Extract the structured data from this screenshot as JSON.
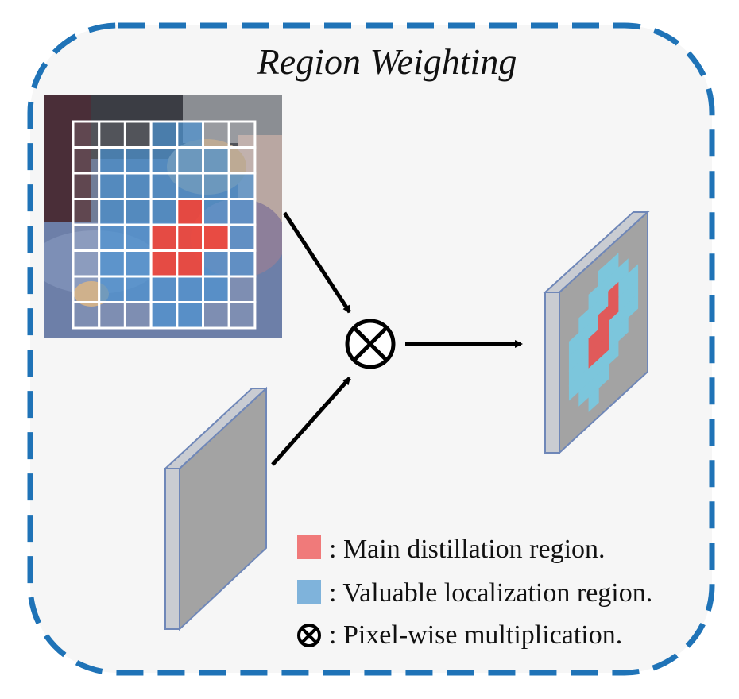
{
  "title": "Region Weighting",
  "colors": {
    "frame_border": "#1f73b7",
    "frame_fill": "#f6f6f6",
    "main_region": "#f07a7a",
    "valuable_region": "#7fb3db",
    "feature_map_face": "#a3a3a3",
    "feature_map_side": "#c9ccd2",
    "output_valuable": "#7cc6dc",
    "output_main": "#e05a5a"
  },
  "operator_symbol": "⊗",
  "legend": {
    "main": ": Main distillation region.",
    "valuable": ": Valuable localization region.",
    "multiply": ": Pixel-wise multiplication."
  },
  "input_grid": {
    "rows": 8,
    "cols": 7,
    "main_cells": [
      [
        3,
        4
      ],
      [
        4,
        3
      ],
      [
        4,
        4
      ],
      [
        4,
        5
      ],
      [
        5,
        3
      ],
      [
        5,
        4
      ]
    ],
    "valuable_cells": [
      [
        0,
        3
      ],
      [
        0,
        4
      ],
      [
        1,
        1
      ],
      [
        1,
        2
      ],
      [
        1,
        3
      ],
      [
        1,
        4
      ],
      [
        1,
        5
      ],
      [
        2,
        1
      ],
      [
        2,
        2
      ],
      [
        2,
        3
      ],
      [
        2,
        4
      ],
      [
        2,
        5
      ],
      [
        2,
        6
      ],
      [
        3,
        1
      ],
      [
        3,
        2
      ],
      [
        3,
        3
      ],
      [
        3,
        5
      ],
      [
        3,
        6
      ],
      [
        4,
        1
      ],
      [
        4,
        2
      ],
      [
        4,
        6
      ],
      [
        5,
        1
      ],
      [
        5,
        2
      ],
      [
        5,
        5
      ],
      [
        5,
        6
      ],
      [
        6,
        1
      ],
      [
        6,
        2
      ],
      [
        6,
        3
      ],
      [
        6,
        4
      ],
      [
        6,
        5
      ],
      [
        7,
        3
      ],
      [
        7,
        4
      ]
    ]
  },
  "output_map": {
    "rows": 11,
    "cols": 9,
    "main_cells": [
      [
        3,
        5
      ],
      [
        4,
        4
      ],
      [
        4,
        5
      ],
      [
        5,
        3
      ],
      [
        5,
        4
      ],
      [
        6,
        3
      ],
      [
        6,
        4
      ]
    ],
    "valuable_cells": [
      [
        1,
        4
      ],
      [
        1,
        5
      ],
      [
        2,
        3
      ],
      [
        2,
        4
      ],
      [
        2,
        5
      ],
      [
        2,
        6
      ],
      [
        3,
        2
      ],
      [
        3,
        3
      ],
      [
        3,
        4
      ],
      [
        3,
        6
      ],
      [
        3,
        7
      ],
      [
        4,
        1
      ],
      [
        4,
        2
      ],
      [
        4,
        3
      ],
      [
        4,
        6
      ],
      [
        4,
        7
      ],
      [
        5,
        1
      ],
      [
        5,
        2
      ],
      [
        5,
        5
      ],
      [
        5,
        6
      ],
      [
        5,
        7
      ],
      [
        6,
        1
      ],
      [
        6,
        2
      ],
      [
        6,
        5
      ],
      [
        6,
        6
      ],
      [
        7,
        1
      ],
      [
        7,
        2
      ],
      [
        7,
        3
      ],
      [
        7,
        4
      ],
      [
        7,
        5
      ],
      [
        8,
        2
      ],
      [
        8,
        3
      ],
      [
        8,
        4
      ],
      [
        9,
        3
      ]
    ]
  }
}
